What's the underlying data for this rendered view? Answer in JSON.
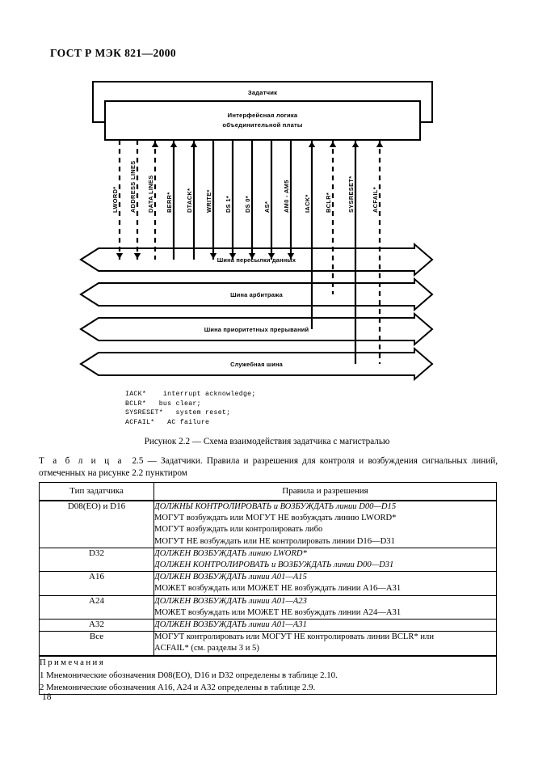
{
  "document": {
    "standard_header": "ГОСТ Р МЭК 821—2000",
    "page_number": "18"
  },
  "figure": {
    "caption": "Рисунок 2.2 — Схема взаимодействия задатчика с магистралью",
    "master_box_label": "Задатчик",
    "interface_box_line1": "Интерфейсная логика",
    "interface_box_line2": "объединительной платы",
    "signals": [
      {
        "label": "LWORD*",
        "style": "dashed",
        "top_arrow": "none",
        "bottom_arrow": "down",
        "bus": 1
      },
      {
        "label": "ADDRESS LINES",
        "style": "dashed",
        "top_arrow": "none",
        "bottom_arrow": "down",
        "bus": 1
      },
      {
        "label": "DATA LINES",
        "style": "dashed",
        "top_arrow": "up",
        "bottom_arrow": "none",
        "bus": 1
      },
      {
        "label": "BERR*",
        "style": "solid",
        "top_arrow": "up",
        "bottom_arrow": "none",
        "bus": 1
      },
      {
        "label": "DTACK*",
        "style": "solid",
        "top_arrow": "up",
        "bottom_arrow": "none",
        "bus": 1
      },
      {
        "label": "WRITE*",
        "style": "solid",
        "top_arrow": "none",
        "bottom_arrow": "down",
        "bus": 1
      },
      {
        "label": "DS 1*",
        "style": "solid",
        "top_arrow": "none",
        "bottom_arrow": "down",
        "bus": 1
      },
      {
        "label": "DS 0*",
        "style": "solid",
        "top_arrow": "none",
        "bottom_arrow": "down",
        "bus": 1
      },
      {
        "label": "AS*",
        "style": "solid",
        "top_arrow": "none",
        "bottom_arrow": "down",
        "bus": 1
      },
      {
        "label": "AM0 - AM5",
        "style": "solid",
        "top_arrow": "none",
        "bottom_arrow": "down",
        "bus": 1
      },
      {
        "label": "IACK*",
        "style": "solid",
        "top_arrow": "up",
        "bottom_arrow": "none",
        "bus": 3
      },
      {
        "label": "BCLR*",
        "style": "dashed",
        "top_arrow": "up",
        "bottom_arrow": "none",
        "bus": 2
      },
      {
        "label": "SYSRESET*",
        "style": "solid",
        "top_arrow": "up",
        "bottom_arrow": "none",
        "bus": 4
      },
      {
        "label": "ACFAIL*",
        "style": "dashed",
        "top_arrow": "up",
        "bottom_arrow": "none",
        "bus": 4
      }
    ],
    "buses": [
      "Шина пересылки данных",
      "Шина арбитража",
      "Шина приоритетных прерываний",
      "Служебная шина"
    ],
    "legend": "IACK*    interrupt acknowledge;\nBCLR*   bus clear;\nSYSRESET*   system reset;\nACFAIL*   AC failure"
  },
  "table": {
    "intro_word": "Т а б л и ц а",
    "intro_rest": "2.5 — Задатчики. Правила и разрешения для контроля и возбуждения сигнальных линий, отмеченных на рисунке 2.2 пунктиром",
    "headers": [
      "Тип задатчика",
      "Правила и разрешения"
    ],
    "rows": [
      {
        "type": "D08(EO) и D16",
        "lines": [
          {
            "text": "ДОЛЖНЫ КОНТРОЛИРОВАТЬ и ВОЗБУЖДАТЬ линии D00—D15",
            "italic": true
          },
          {
            "text": "МОГУТ возбуждать или МОГУТ НЕ  возбуждать линию LWORD*",
            "italic": false
          },
          {
            "text": "МОГУТ возбуждать или контролировать либо",
            "italic": false
          },
          {
            "text": "МОГУТ НЕ возбуждать или НЕ контролировать линии D16—D31",
            "italic": false
          }
        ]
      },
      {
        "type": "D32",
        "lines": [
          {
            "text": "ДОЛЖЕН ВОЗБУЖДАТЬ линию  LWORD*",
            "italic": true
          },
          {
            "text": "ДОЛЖЕН КОНТРОЛИРОВАТЬ и ВОЗБУЖДАТЬ линии D00—D31",
            "italic": true
          }
        ]
      },
      {
        "type": "A16",
        "lines": [
          {
            "text": "ДОЛЖЕН ВОЗБУЖДАТЬ линии  A01—A15",
            "italic": true
          },
          {
            "text": "МОЖЕТ возбуждать или МОЖЕТ НЕ возбуждать линии A16—A31",
            "italic": false
          }
        ]
      },
      {
        "type": "A24",
        "lines": [
          {
            "text": "ДОЛЖЕН ВОЗБУЖДАТЬ линии A01—A23",
            "italic": true
          },
          {
            "text": "МОЖЕТ возбуждать или МОЖЕТ НЕ возбуждать линии A24—A31",
            "italic": false
          }
        ]
      },
      {
        "type": "A32",
        "lines": [
          {
            "text": "ДОЛЖЕН ВОЗБУЖДАТЬ линии A01—A31",
            "italic": true
          }
        ]
      },
      {
        "type": "Все",
        "lines": [
          {
            "text": "МОГУТ контролировать или  МОГУТ НЕ контролировать линии BCLR* или",
            "italic": false
          },
          {
            "text": "ACFAIL*  (см. разделы 3 и 5)",
            "italic": false
          }
        ]
      }
    ],
    "notes_title": "Примечания",
    "notes": [
      "1 Мнемонические обозначения D08(EO), D16 и D32 определены в таблице 2.10.",
      "2 Мнемонические обозначения A16, A24 и A32 определены в таблице 2.9."
    ]
  }
}
